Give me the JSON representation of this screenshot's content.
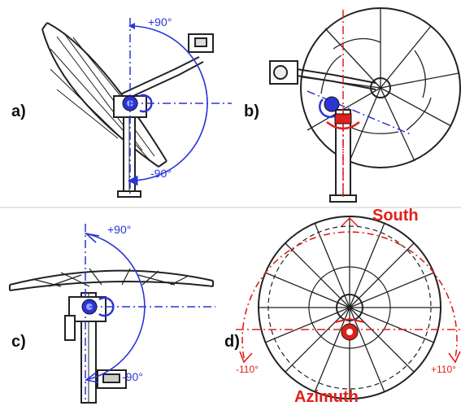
{
  "panels": {
    "a": {
      "label": "a)",
      "angle_top": "+90°",
      "angle_bottom": "-90°"
    },
    "b": {
      "label": "b)"
    },
    "c": {
      "label": "c)",
      "angle_top": "+90°",
      "angle_bottom": "-90°"
    },
    "d": {
      "label": "d)",
      "title_top": "South",
      "title_bottom": "Azimuth",
      "angle_left": "-110°",
      "angle_right": "+110°"
    }
  },
  "colors": {
    "structure": "#222222",
    "elevation": "#2b35d6",
    "azimuth": "#e0201b"
  }
}
